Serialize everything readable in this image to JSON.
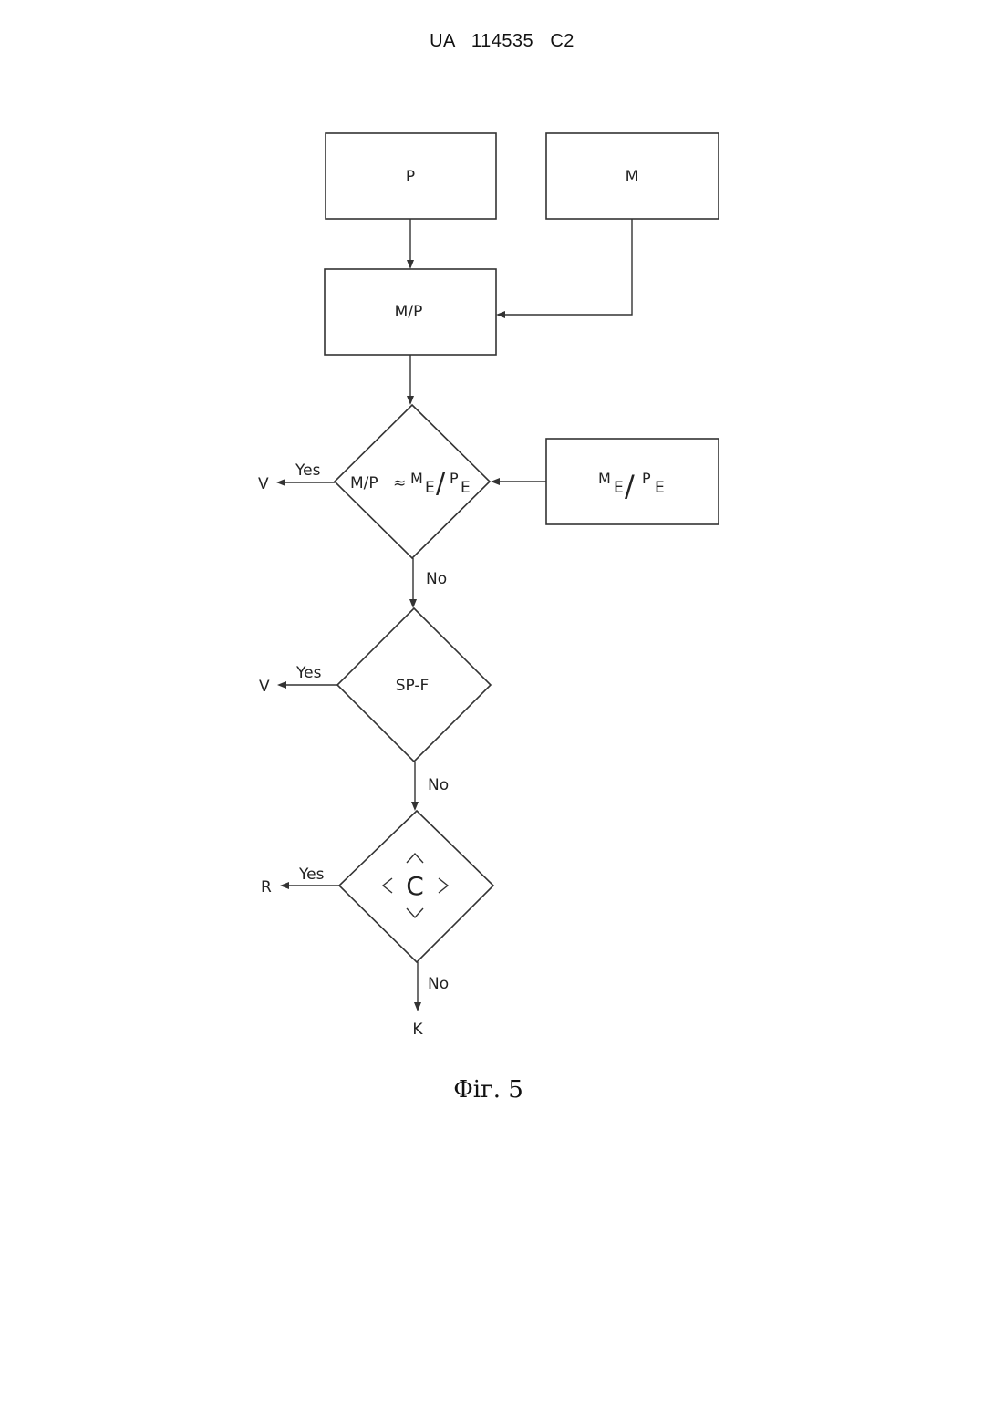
{
  "header": {
    "text": "UA   114535   C2"
  },
  "nodes": {
    "p": "P",
    "m": "M",
    "mp": "M/P",
    "compare": {
      "left": "M/P",
      "approx": "≈",
      "m": "M",
      "sub_e1": "E",
      "slash": "/",
      "p": "P",
      "sub_e2": "E"
    },
    "reference": {
      "m": "M",
      "sub_e1": "E",
      "slash": "/",
      "p": "P",
      "sub_e2": "E"
    },
    "spf": "SP-F",
    "c": "C"
  },
  "edges": {
    "yes1": "Yes",
    "no1": "No",
    "yes2": "Yes",
    "no2": "No",
    "yes3": "Yes",
    "no3": "No"
  },
  "outputs": {
    "v1": "V",
    "v2": "V",
    "r": "R",
    "k": "K"
  },
  "caption": "Фіг. 5"
}
